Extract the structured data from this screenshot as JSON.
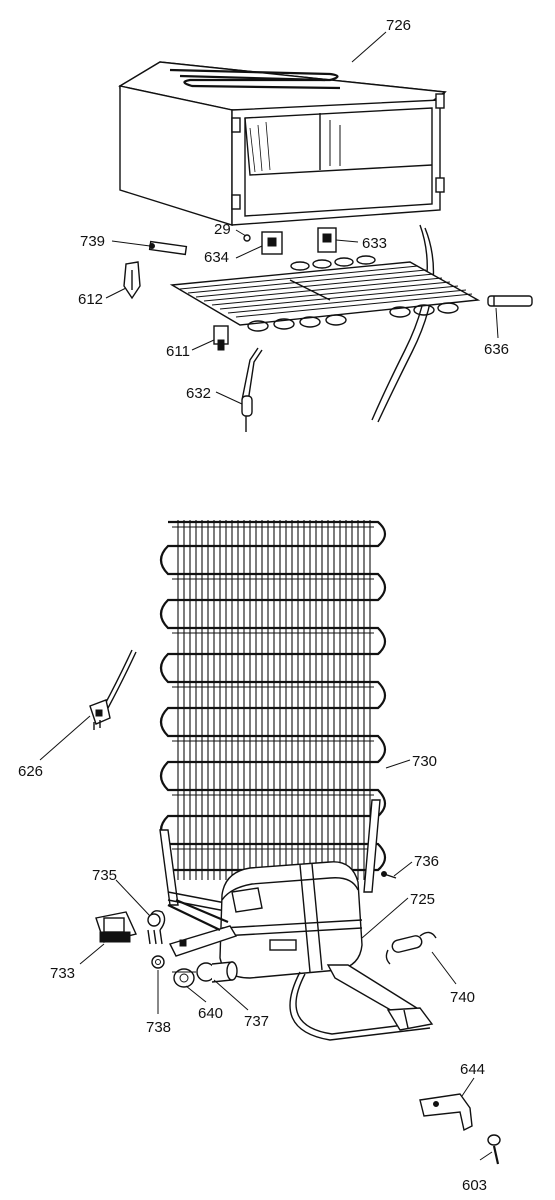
{
  "labels": {
    "p726": "726",
    "p29": "29",
    "p739": "739",
    "p633": "633",
    "p634": "634",
    "p612": "612",
    "p636": "636",
    "p611": "611",
    "p632": "632",
    "p626": "626",
    "p730": "730",
    "p735": "735",
    "p736": "736",
    "p725": "725",
    "p733": "733",
    "p738": "738",
    "p640": "640",
    "p737": "737",
    "p740": "740",
    "p644": "644",
    "p603": "603"
  }
}
